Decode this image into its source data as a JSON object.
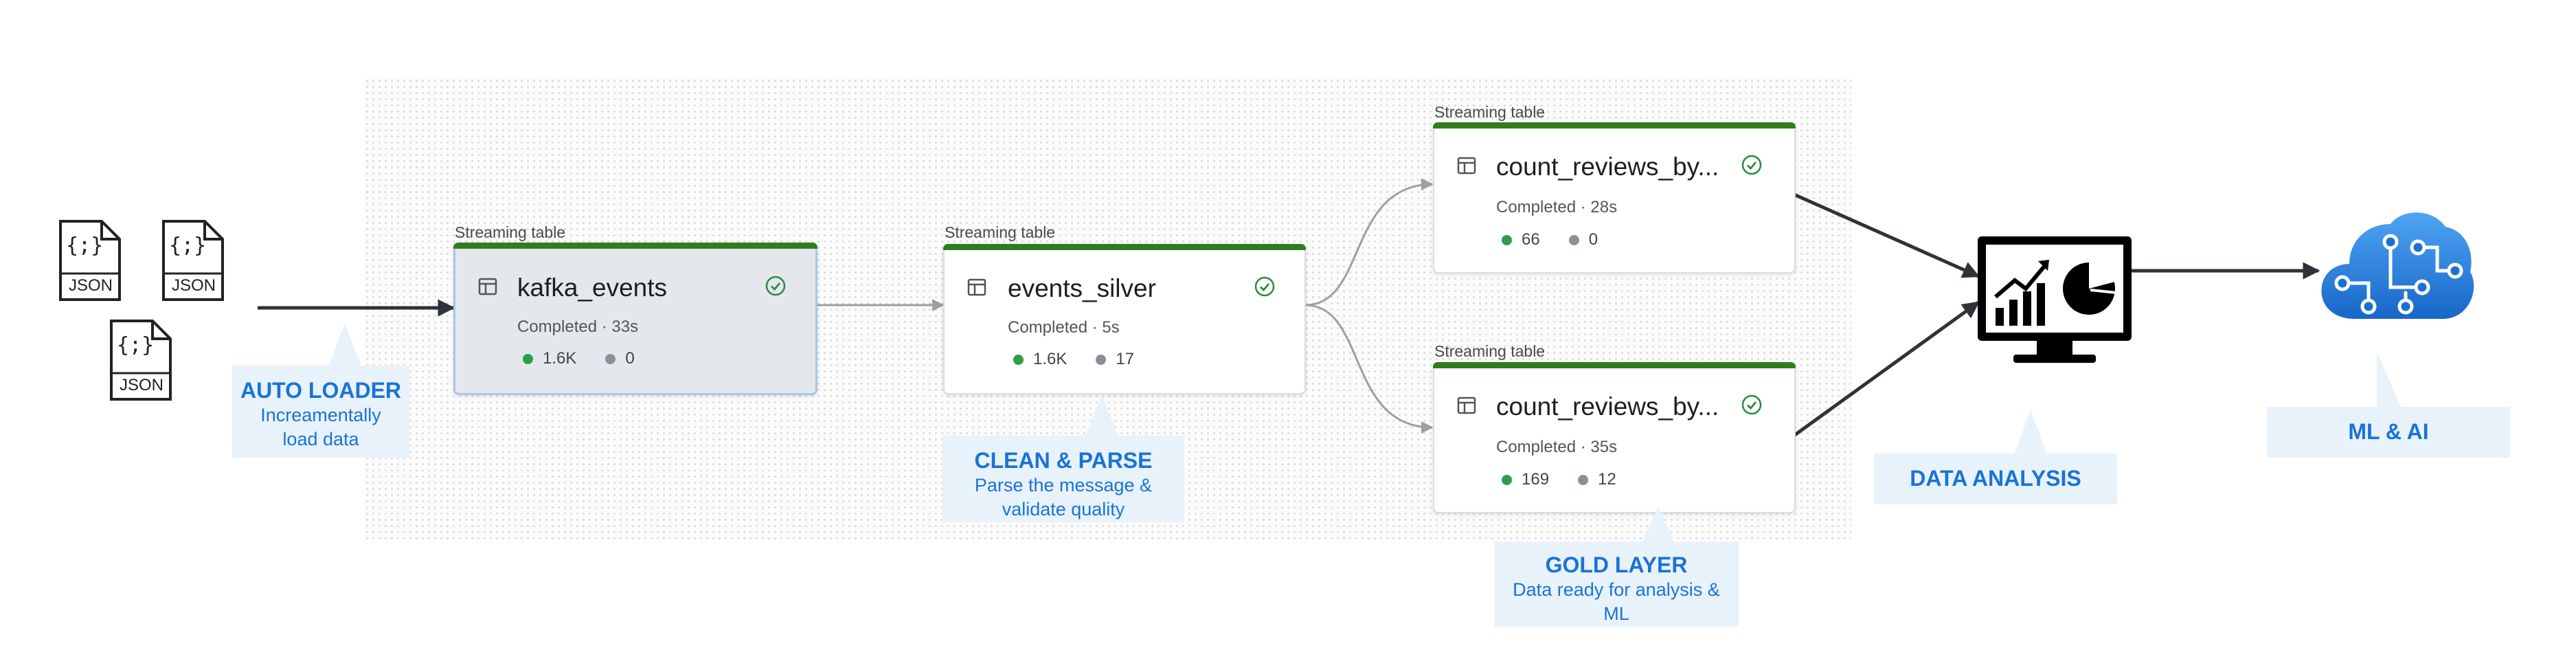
{
  "json_icons": [
    {
      "label": "JSON",
      "glyph": "{;}"
    },
    {
      "label": "JSON",
      "glyph": "{;}"
    },
    {
      "label": "JSON",
      "glyph": "{;}"
    }
  ],
  "nodes": {
    "kafka": {
      "type_label": "Streaming table",
      "title": "kafka_events",
      "status": "Completed · 33s",
      "stat_a": "1.6K",
      "stat_b": "0"
    },
    "silver": {
      "type_label": "Streaming table",
      "title": "events_silver",
      "status": "Completed · 5s",
      "stat_a": "1.6K",
      "stat_b": "17"
    },
    "gold1": {
      "type_label": "Streaming table",
      "title": "count_reviews_by...",
      "status": "Completed · 28s",
      "stat_a": "66",
      "stat_b": "0"
    },
    "gold2": {
      "type_label": "Streaming table",
      "title": "count_reviews_by...",
      "status": "Completed · 35s",
      "stat_a": "169",
      "stat_b": "12"
    }
  },
  "callouts": {
    "auto_loader": {
      "head": "AUTO LOADER",
      "sub1": "Increamentally",
      "sub2": "load data"
    },
    "clean_parse": {
      "head": "CLEAN & PARSE",
      "sub1": "Parse the message &",
      "sub2": "validate quality"
    },
    "gold_layer": {
      "head": "GOLD LAYER",
      "sub1": "Data ready for analysis &",
      "sub2": "ML"
    },
    "data_analysis": {
      "head": "DATA ANALYSIS"
    },
    "ml_ai": {
      "head": "ML & AI"
    }
  },
  "icons": [
    "table-icon",
    "check-circle-icon",
    "monitor-chart-icon",
    "cloud-circuit-icon",
    "json-file-icon"
  ],
  "colors": {
    "accent": "#1a73d6",
    "callout_bg": "#e8f2fb",
    "node_bar": "#2f7d1e",
    "success": "#2e9e4a",
    "arrow": "#2d3338"
  }
}
